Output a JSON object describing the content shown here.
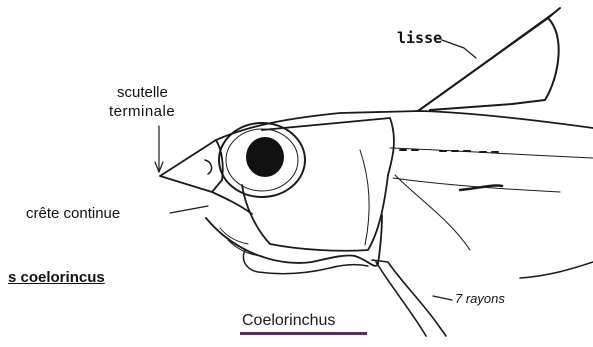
{
  "labels": {
    "scutelle_line1": "scutelle",
    "scutelle_line2": "terminale",
    "lisse": "lisse",
    "crete": "crête continue",
    "genus_partial": "s coelorincus",
    "rayons": "7 rayons",
    "caption": "Coelorinchus"
  },
  "colors": {
    "line": "#1a1a1a",
    "caption_underline": "#5a2a6a"
  }
}
